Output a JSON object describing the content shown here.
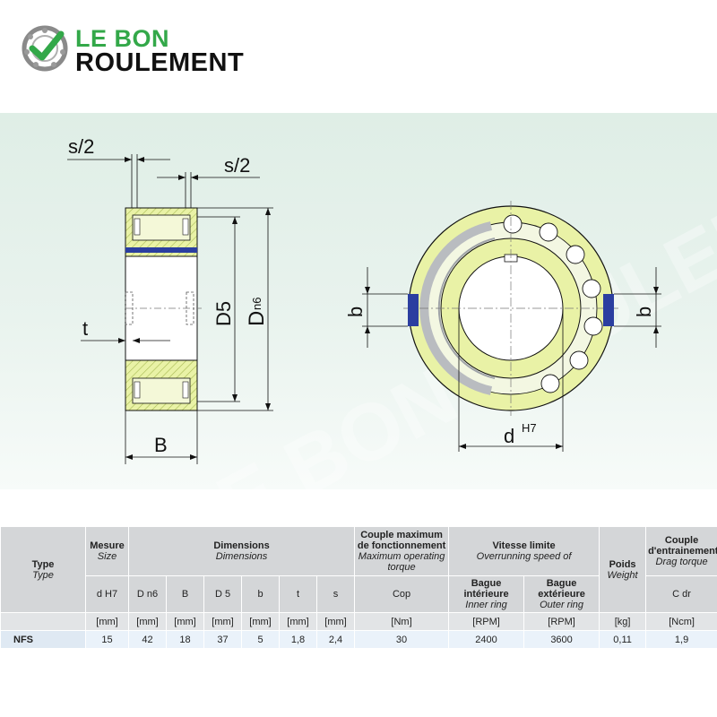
{
  "logo": {
    "line1": "LE BON",
    "line2": "ROULEMENT",
    "colors": {
      "green": "#33a849",
      "dark": "#111111"
    }
  },
  "diagram": {
    "labels": {
      "s_half_top": "s/2",
      "s_half_right": "s/2",
      "t": "t",
      "B": "B",
      "D5": "D5",
      "D": "D",
      "D_sub": "n6",
      "b_left": "b",
      "b_right": "b",
      "d": "d",
      "d_sup": "H7"
    },
    "watermark": "LE BON ROULEMENT",
    "colors": {
      "ring": "#e9f2a6",
      "seal": "#2b3ea0",
      "line": "#111111",
      "hatch": "#b8c96a"
    }
  },
  "table": {
    "header": {
      "type": {
        "label": "Type",
        "sub": "Type"
      },
      "mesure": {
        "label": "Mesure",
        "sub": "Size"
      },
      "dimensions": {
        "label": "Dimensions",
        "sub": "Dimensions"
      },
      "couple_max": {
        "label": "Couple maximum de fonctionnement",
        "sub": "Maximum operating torque"
      },
      "vitesse": {
        "label": "Vitesse limite",
        "sub": "Overrunning speed of"
      },
      "bague_int": {
        "label": "Bague intérieure",
        "sub": "Inner ring"
      },
      "bague_ext": {
        "label": "Bague extérieure",
        "sub": "Outer ring"
      },
      "poids": {
        "label": "Poids",
        "sub": "Weight"
      },
      "couple_ent": {
        "label": "Couple d'entrainement",
        "sub": "Drag torque"
      }
    },
    "symbols": [
      "d H7",
      "D n6",
      "B",
      "D 5",
      "b",
      "t",
      "s",
      "Cop",
      "C dr"
    ],
    "units": [
      "[mm]",
      "[mm]",
      "[mm]",
      "[mm]",
      "[mm]",
      "[mm]",
      "[mm]",
      "[Nm]",
      "[RPM]",
      "[RPM]",
      "[kg]",
      "[Ncm]"
    ],
    "row": {
      "type": "NFS",
      "values": [
        "15",
        "42",
        "18",
        "37",
        "5",
        "1,8",
        "2,4",
        "30",
        "2400",
        "3600",
        "0,11",
        "1,9"
      ]
    }
  }
}
